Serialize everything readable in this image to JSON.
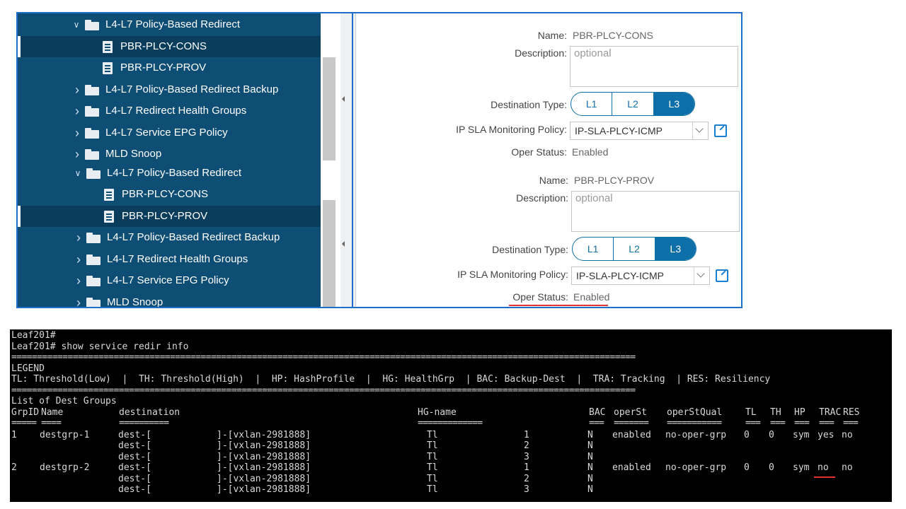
{
  "apic": {
    "tree": [
      [
        {
          "label": "L4-L7 Policy-Based Redirect",
          "type": "folder",
          "expanded": true,
          "selected": false,
          "level": 0
        },
        {
          "label": "PBR-PLCY-CONS",
          "type": "doc",
          "selected": true,
          "level": 1
        },
        {
          "label": "PBR-PLCY-PROV",
          "type": "doc",
          "selected": false,
          "level": 1
        },
        {
          "label": "L4-L7 Policy-Based Redirect Backup",
          "type": "folder",
          "expanded": false,
          "selected": false,
          "level": 0
        },
        {
          "label": "L4-L7 Redirect Health Groups",
          "type": "folder",
          "expanded": false,
          "selected": false,
          "level": 0
        },
        {
          "label": "L4-L7 Service EPG Policy",
          "type": "folder",
          "expanded": false,
          "selected": false,
          "level": 0
        },
        {
          "label": "MLD Snoop",
          "type": "folder",
          "expanded": false,
          "selected": false,
          "level": 0
        }
      ],
      [
        {
          "label": "L4-L7 Policy-Based Redirect",
          "type": "folder",
          "expanded": true,
          "selected": false,
          "level": 0
        },
        {
          "label": "PBR-PLCY-CONS",
          "type": "doc",
          "selected": false,
          "level": 1
        },
        {
          "label": "PBR-PLCY-PROV",
          "type": "doc",
          "selected": true,
          "level": 1
        },
        {
          "label": "L4-L7 Policy-Based Redirect Backup",
          "type": "folder",
          "expanded": false,
          "selected": false,
          "level": 0
        },
        {
          "label": "L4-L7 Redirect Health Groups",
          "type": "folder",
          "expanded": false,
          "selected": false,
          "level": 0
        },
        {
          "label": "L4-L7 Service EPG Policy",
          "type": "folder",
          "expanded": false,
          "selected": false,
          "level": 0
        },
        {
          "label": "MLD Snoop",
          "type": "folder",
          "expanded": false,
          "selected": false,
          "level": 0
        }
      ]
    ],
    "forms": [
      {
        "name_label": "Name:",
        "name_value": "PBR-PLCY-CONS",
        "desc_label": "Description:",
        "desc_placeholder": "optional",
        "dest_label": "Destination Type:",
        "dest_options": [
          "L1",
          "L2",
          "L3"
        ],
        "dest_selected": "L3",
        "ipsla_label": "IP SLA Monitoring Policy:",
        "ipsla_value": "IP-SLA-PLCY-ICMP",
        "oper_label": "Oper Status:",
        "oper_value": "Enabled"
      },
      {
        "name_label": "Name:",
        "name_value": "PBR-PLCY-PROV",
        "desc_label": "Description:",
        "desc_placeholder": "optional",
        "dest_label": "Destination Type:",
        "dest_options": [
          "L1",
          "L2",
          "L3"
        ],
        "dest_selected": "L3",
        "ipsla_label": "IP SLA Monitoring Policy:",
        "ipsla_value": "IP-SLA-PLCY-ICMP",
        "oper_label": "Oper Status:",
        "oper_value": "Enabled"
      }
    ],
    "colors": {
      "tree_bg": "#0e4d74",
      "tree_selected": "#0a3c5c",
      "accent": "#0f6fa8",
      "frame": "#1f6ec9",
      "highlight": "#e0352e"
    }
  },
  "terminal": {
    "lines": [
      "Leaf201#",
      "Leaf201# show service redir info",
      "==========================================================================================================================",
      "LEGEND",
      "TL: Threshold(Low)  |  TH: Threshold(High)  |  HP: HashProfile  |  HG: HealthGrp  | BAC: Backup-Dest  |  TRA: Tracking  | RES: Resiliency",
      "==========================================================================================================================",
      "List of Dest Groups"
    ],
    "headers": {
      "grpid": "GrpID",
      "name": "Name",
      "destination": "destination",
      "hg": "HG-name",
      "bac": "BAC",
      "operst": "operSt",
      "operstqual": "operStQual",
      "tl": "TL",
      "th": "TH",
      "hp": "HP",
      "trac": "TRAC",
      "res": "RES"
    },
    "dashes": {
      "grpid": "=====",
      "name": "====",
      "destination": "==========",
      "hg": "=============",
      "bac": "===",
      "operst": "=======",
      "operstqual": "===========",
      "tl": "===",
      "th": "===",
      "hp": "===",
      "trac": "===",
      "res": "==="
    },
    "rows": [
      {
        "grpid": "1",
        "name": "destgrp-1",
        "dest": "dest-[",
        "vx": "]-[vxlan-2981888]",
        "hg": "Tl",
        "idx": "1",
        "bac": "N",
        "operst": "enabled",
        "operstqual": "no-oper-grp",
        "tl": "0",
        "th": "0",
        "hp": "sym",
        "trac": "yes",
        "res": "no"
      },
      {
        "grpid": "",
        "name": "",
        "dest": "dest-[",
        "vx": "]-[vxlan-2981888]",
        "hg": "Tl",
        "idx": "2",
        "bac": "N",
        "operst": "",
        "operstqual": "",
        "tl": "",
        "th": "",
        "hp": "",
        "trac": "",
        "res": ""
      },
      {
        "grpid": "",
        "name": "",
        "dest": "dest-[",
        "vx": "]-[vxlan-2981888]",
        "hg": "Tl",
        "idx": "3",
        "bac": "N",
        "operst": "",
        "operstqual": "",
        "tl": "",
        "th": "",
        "hp": "",
        "trac": "",
        "res": ""
      },
      {
        "grpid": "2",
        "name": "destgrp-2",
        "dest": "dest-[",
        "vx": "]-[vxlan-2981888]",
        "hg": "Tl",
        "idx": "1",
        "bac": "N",
        "operst": "enabled",
        "operstqual": "no-oper-grp",
        "tl": "0",
        "th": "0",
        "hp": "sym",
        "trac": "no",
        "res": "no"
      },
      {
        "grpid": "",
        "name": "",
        "dest": "dest-[",
        "vx": "]-[vxlan-2981888]",
        "hg": "Tl",
        "idx": "2",
        "bac": "N",
        "operst": "",
        "operstqual": "",
        "tl": "",
        "th": "",
        "hp": "",
        "trac": "",
        "res": ""
      },
      {
        "grpid": "",
        "name": "",
        "dest": "dest-[",
        "vx": "]-[vxlan-2981888]",
        "hg": "Tl",
        "idx": "3",
        "bac": "N",
        "operst": "",
        "operstqual": "",
        "tl": "",
        "th": "",
        "hp": "",
        "trac": "",
        "res": ""
      }
    ]
  }
}
